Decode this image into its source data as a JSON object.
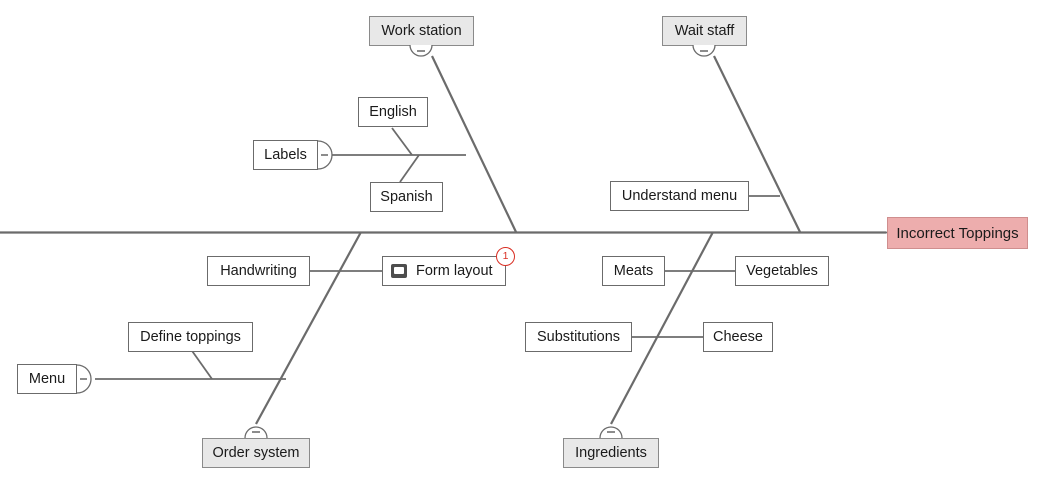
{
  "diagram": {
    "type": "fishbone",
    "effect": {
      "label": "Incorrect Toppings",
      "color": "#edadad",
      "border_color": "#cf8e8e"
    },
    "spine_color": "#6b6b6b",
    "category_fill": "#e8e8e8",
    "categories": [
      {
        "label": "Work station",
        "position": "top-left",
        "collapse_icon": "minus-icon",
        "causes": [
          {
            "label": "Labels",
            "collapse_icon": "minus-icon",
            "sub_causes": [
              {
                "label": "English"
              },
              {
                "label": "Spanish"
              }
            ]
          }
        ]
      },
      {
        "label": "Wait staff",
        "position": "top-right",
        "collapse_icon": "minus-icon",
        "causes": [
          {
            "label": "Understand menu"
          }
        ]
      },
      {
        "label": "Order system",
        "position": "bottom-left",
        "collapse_icon": "minus-icon",
        "causes": [
          {
            "label": "Handwriting",
            "linked_to": {
              "label": "Form layout",
              "icon": "note-icon",
              "badge": "1",
              "badge_color": "#d93025"
            }
          },
          {
            "label": "Menu",
            "collapse_icon": "minus-icon",
            "sub_causes": [
              {
                "label": "Define toppings"
              }
            ]
          }
        ]
      },
      {
        "label": "Ingredients",
        "position": "bottom-right",
        "collapse_icon": "minus-icon",
        "causes": [
          {
            "label": "Meats",
            "linked_to": {
              "label": "Vegetables"
            }
          },
          {
            "label": "Substitutions",
            "linked_to": {
              "label": "Cheese"
            }
          }
        ]
      }
    ]
  },
  "nodes": {
    "work_station": "Work station",
    "wait_staff": "Wait staff",
    "english": "English",
    "spanish": "Spanish",
    "labels": "Labels",
    "understand_menu": "Understand menu",
    "incorrect_toppings": "Incorrect Toppings",
    "handwriting": "Handwriting",
    "form_layout": "Form layout",
    "form_layout_badge": "1",
    "meats": "Meats",
    "vegetables": "Vegetables",
    "define_toppings": "Define toppings",
    "substitutions": "Substitutions",
    "cheese": "Cheese",
    "menu": "Menu",
    "order_system": "Order system",
    "ingredients": "Ingredients",
    "collapse_symbol": "–"
  }
}
